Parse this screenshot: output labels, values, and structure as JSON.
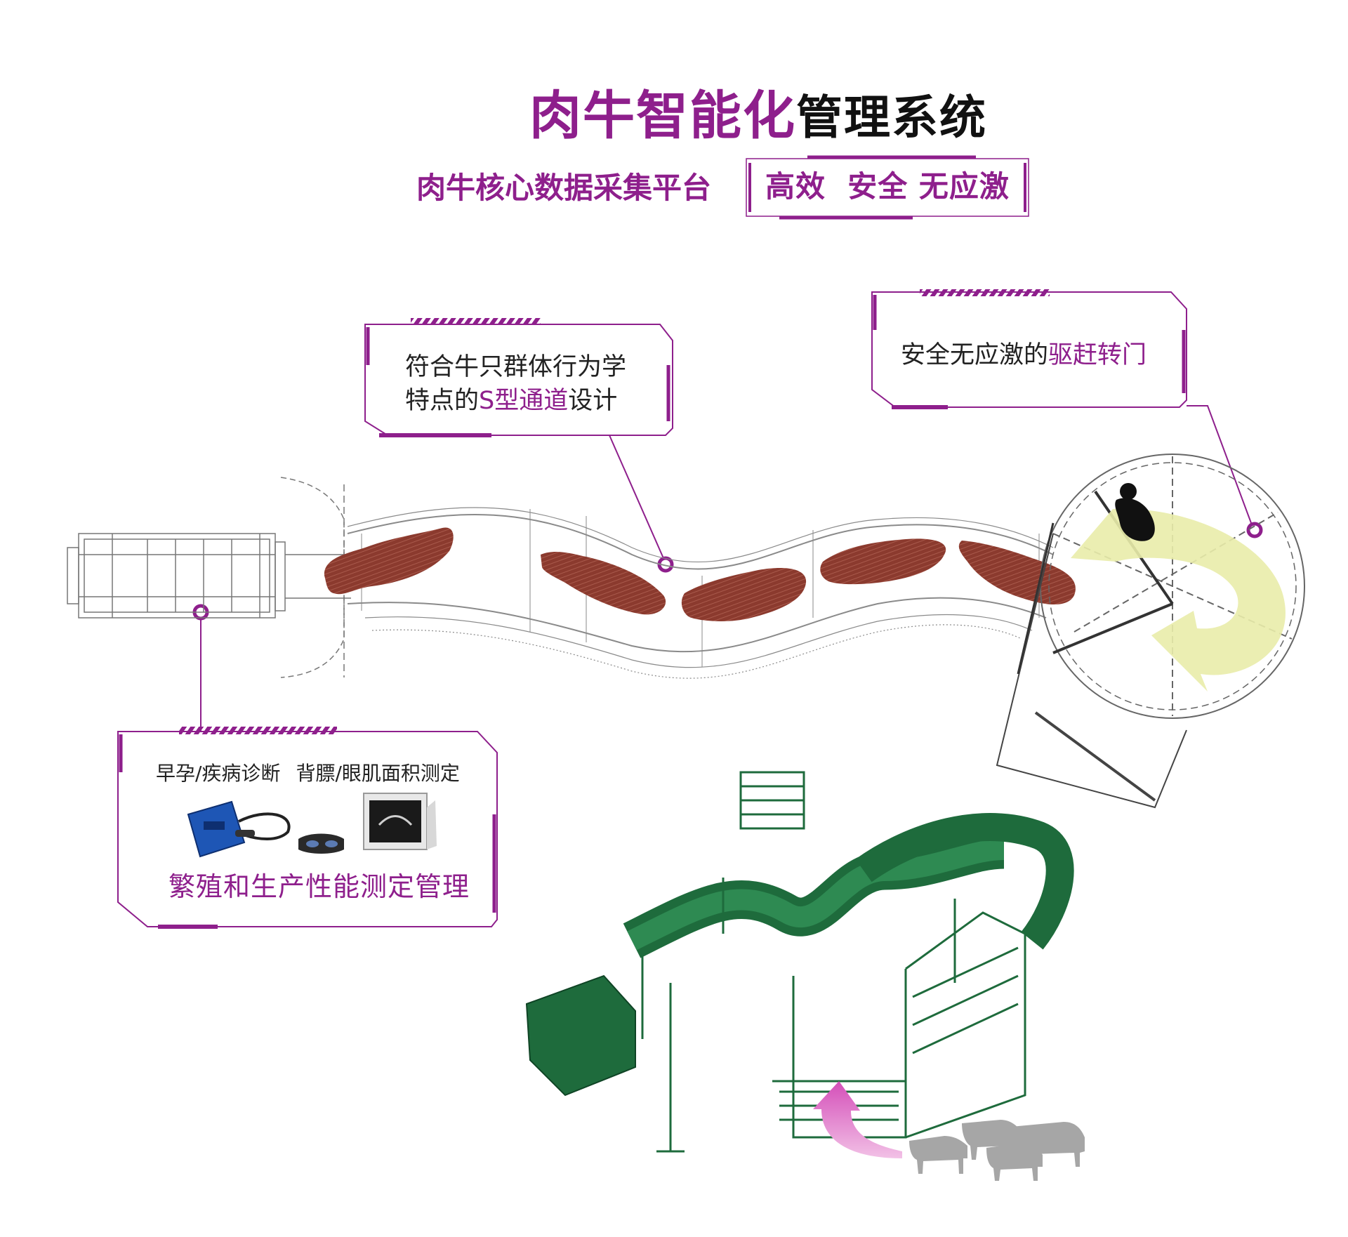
{
  "title": {
    "accent": "肉牛智能化",
    "rest": "管理系统"
  },
  "subtitle": "肉牛核心数据采集平台",
  "tagline": "高效  安全 无应激",
  "callouts": {
    "s_channel": {
      "line1": "符合牛只群体行为学",
      "line2_prefix": "特点的",
      "line2_highlight": "S型通道",
      "line2_suffix": "设计"
    },
    "gate": {
      "prefix": "安全无应激的",
      "highlight": "驱赶转门"
    },
    "measurement": {
      "item1": "早孕/疾病诊断",
      "item2": "背膘/眼肌面积测定",
      "main": "繁殖和生产性能测定管理"
    }
  },
  "colors": {
    "accent": "#8e1f8c",
    "cattle": "#8b3a2e",
    "rail_green": "#1e6b3c",
    "arrow_yellow": "#e9ecaa",
    "arrow_pink": "#d964c4",
    "herd_gray": "#a6a6a6"
  }
}
